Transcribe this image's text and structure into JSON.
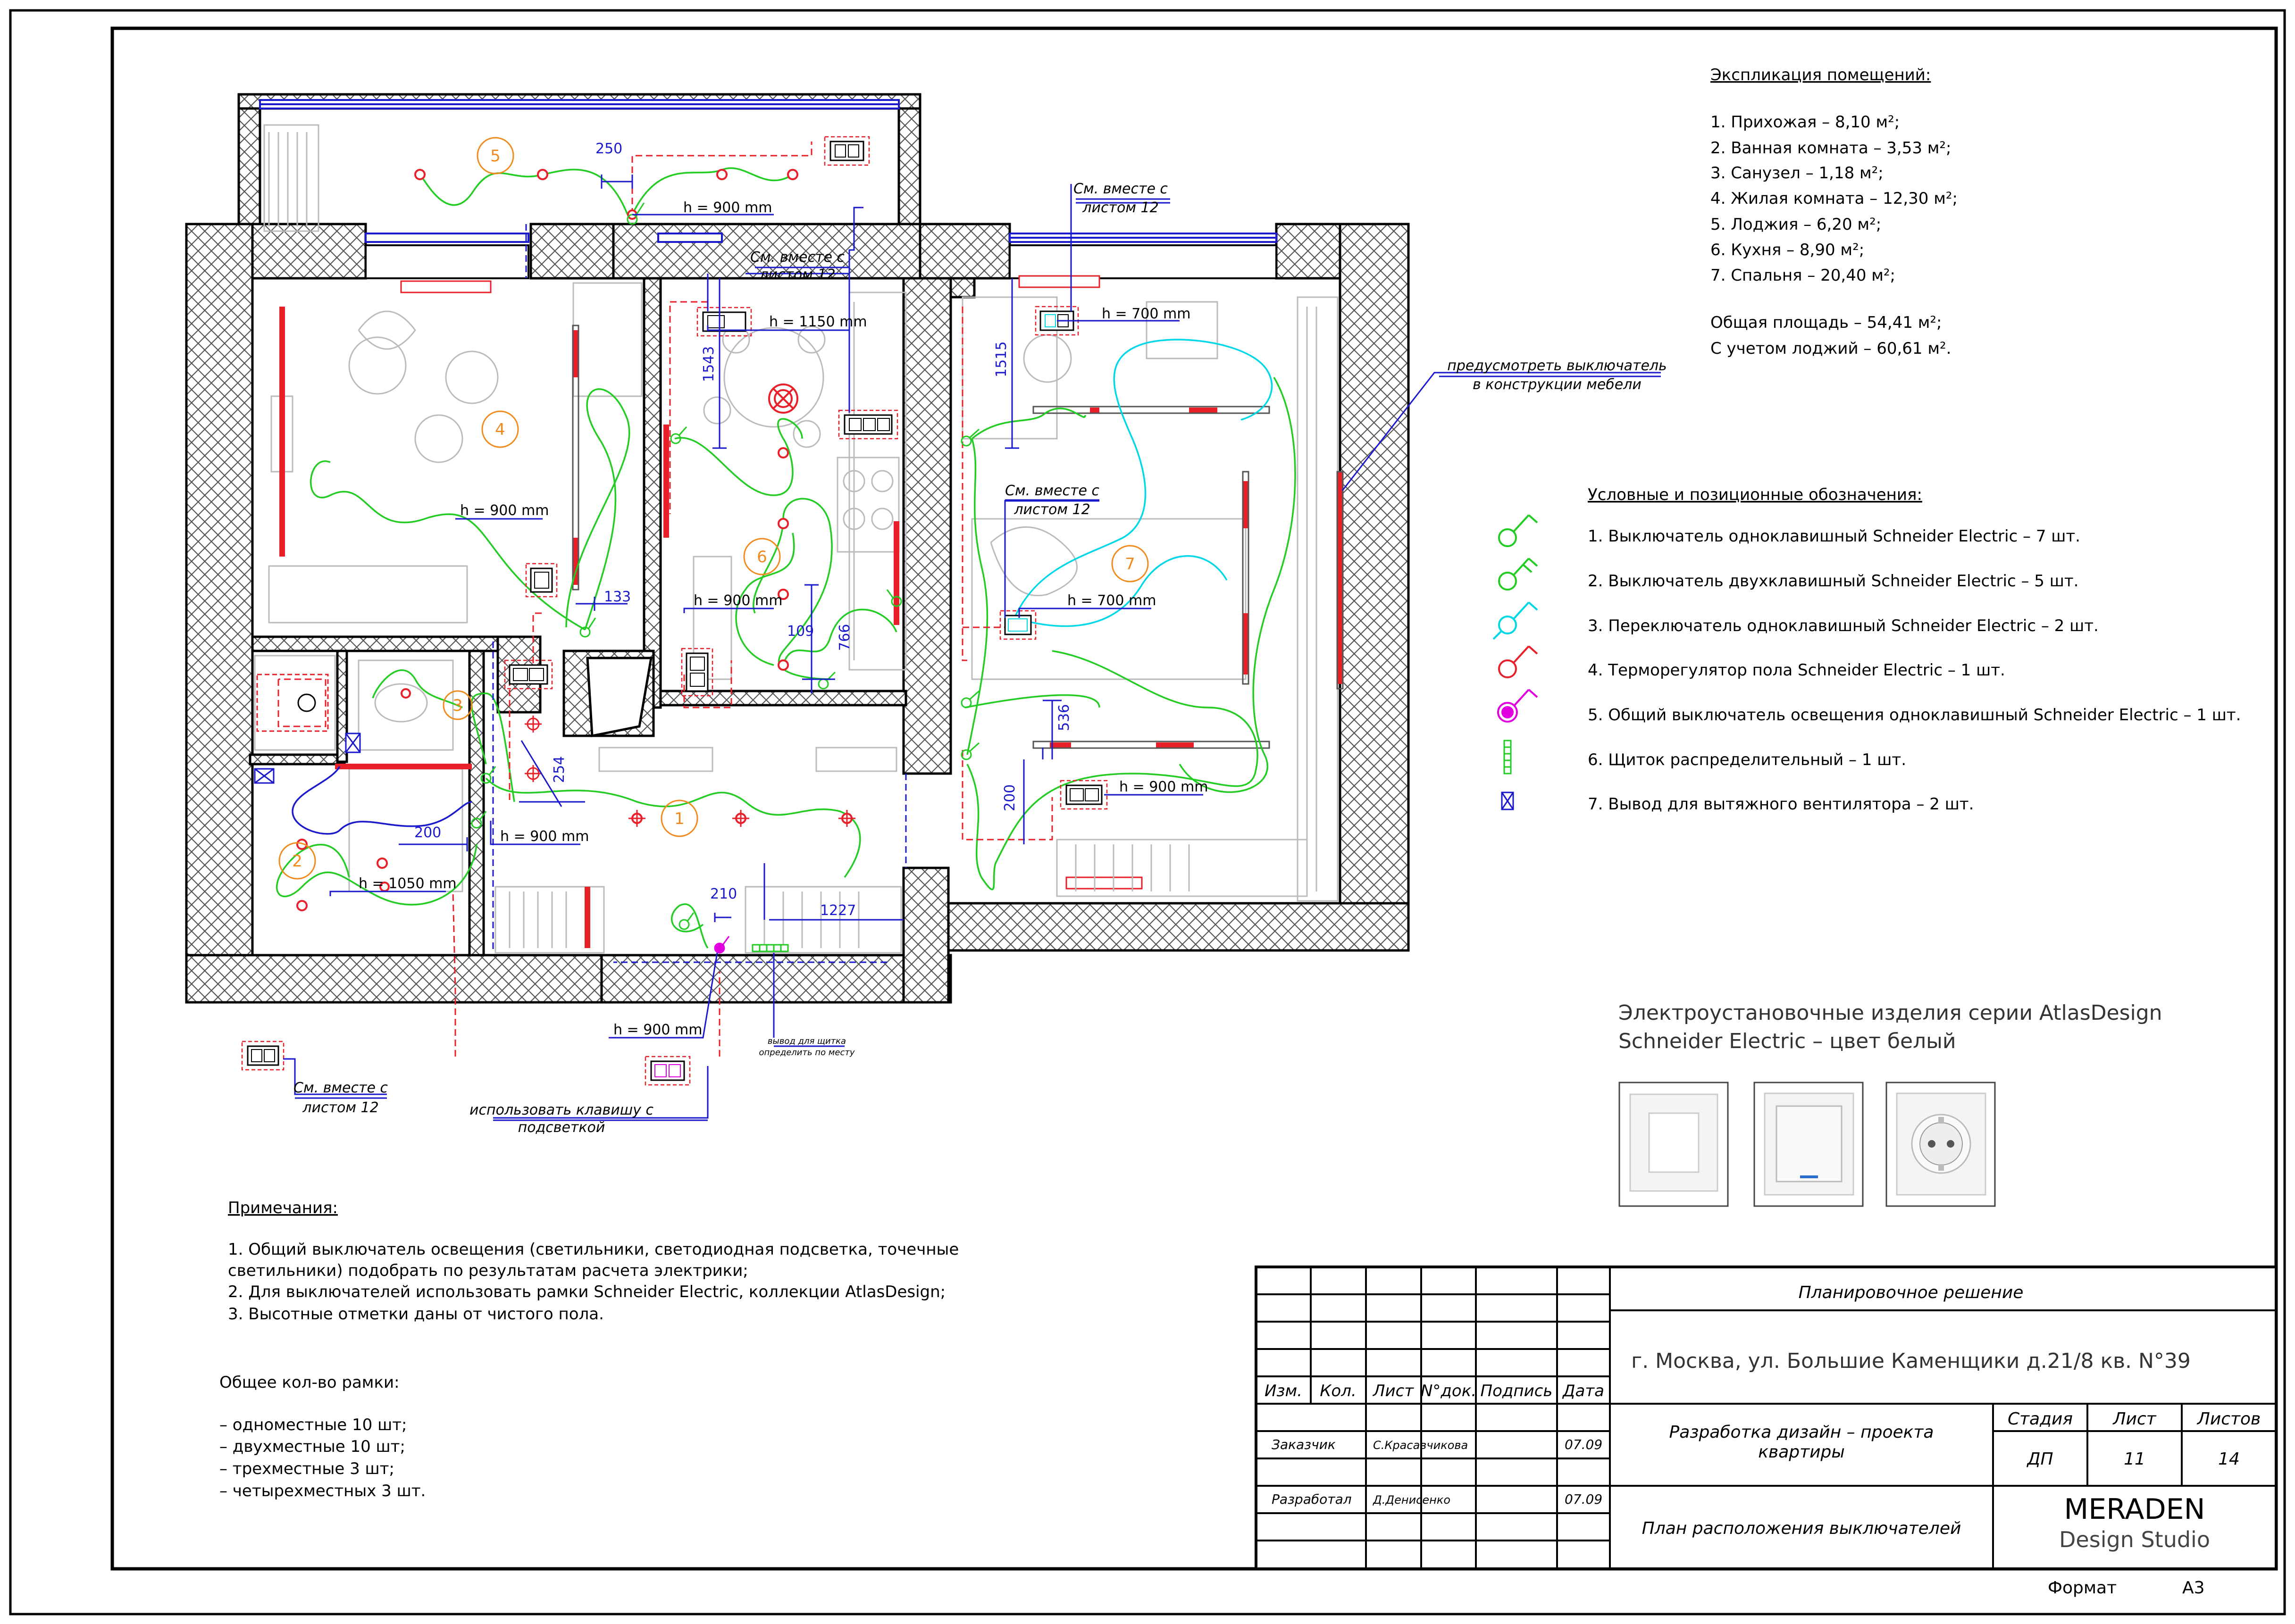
{
  "explication": {
    "title": "Экспликация помещений:",
    "rooms": [
      "1. Прихожая – 8,10 м²;",
      "2. Ванная комната – 3,53 м²;",
      "3. Санузел – 1,18 м²;",
      "4. Жилая комната – 12,30 м²;",
      "5. Лоджия – 6,20 м²;",
      "6. Кухня – 8,90 м²;",
      "7. Спальня – 20,40 м²;"
    ],
    "total": "Общая площадь – 54,41 м²;",
    "with_loggia": "С учетом лоджий – 60,61 м²."
  },
  "legend": {
    "title": "Условные и позиционные обозначения:",
    "items": [
      {
        "label": "1.  Выключатель одноклавишный Schneider Electric  – 7 шт.",
        "icon": "single-switch-icon",
        "color": "#22cc22"
      },
      {
        "label": "2. Выключатель двухклавишный Schneider Electric – 5 шт.",
        "icon": "double-switch-icon",
        "color": "#22cc22"
      },
      {
        "label": "3. Переключатель одноклавишный Schneider Electric – 2 шт.",
        "icon": "changeover-switch-icon",
        "color": "#00d8e8"
      },
      {
        "label": "4. Терморегулятор пола Schneider Electric – 1 шт.",
        "icon": "thermostat-icon",
        "color": "#e8202a"
      },
      {
        "label": "5. Общий выключатель освещения одноклавишный Schneider Electric – 1 шт.",
        "icon": "master-switch-icon",
        "color": "#e000e0"
      },
      {
        "label": "6. Щиток распределительный – 1 шт.",
        "icon": "distribution-board-icon",
        "color": "#22cc22"
      },
      {
        "label": "7. Вывод для вытяжного вентилятора – 2 шт.",
        "icon": "fan-outlet-icon",
        "color": "#1a1acc"
      }
    ]
  },
  "notes": {
    "title": "Примечания:",
    "lines": [
      "1. Общий выключатель освещения (светильники, светодиодная подсветка, точечные",
      "светильники) подобрать по результатам расчета электрики;",
      "2. Для выключателей использовать рамки Schneider Electric, коллекции AtlasDesign;",
      "3. Высотные отметки даны от чистого пола."
    ],
    "frames_title": "Общее кол-во рамки:",
    "frames": [
      "– одноместные 10 шт;",
      "– двухместные 10 шт;",
      "– трехместные 3 шт;",
      "– четырехместных 3 шт."
    ]
  },
  "products": {
    "line1": "Электроустановочные изделия серии AtlasDesign",
    "line2": "Schneider Electric – цвет белый",
    "images": [
      "frame-icon",
      "switch-icon",
      "socket-icon"
    ]
  },
  "plan": {
    "room_numbers": [
      "1",
      "2",
      "3",
      "4",
      "5",
      "6",
      "7"
    ],
    "heights": {
      "h900_loggia": "h = 900 mm",
      "h1150": "h = 1150 mm",
      "h700_top": "h = 700 mm",
      "h900_living": "h = 900 mm",
      "h900_kitchen": "h = 900 mm",
      "h700_bed": "h = 700 mm",
      "h900_bed": "h = 900 mm",
      "h900_hall": "h = 900 mm",
      "h1050": "h = 1050 mm",
      "h900_entry": "h = 900 mm"
    },
    "dims": {
      "d250": "250",
      "d1543": "1543",
      "d1515": "1515",
      "d133": "133",
      "d109": "109",
      "d766": "766",
      "d536": "536",
      "d200_bed": "200",
      "d254": "254",
      "d200_bath": "200",
      "d210": "210",
      "d1227": "1227"
    },
    "callouts": {
      "see_sheet_kitchen_1": "См. вместе с",
      "see_sheet_kitchen_2": "листом 12",
      "see_sheet_bed_top_1": "См. вместе с",
      "see_sheet_bed_top_2": "листом 12",
      "see_sheet_bed_mid_1": "См. вместе с",
      "see_sheet_bed_mid_2": "листом 12",
      "see_sheet_entry_1": "См. вместе с",
      "see_sheet_entry_2": "листом 12",
      "furniture_1": "предусмотреть выключатель",
      "furniture_2": "в конструкции мебели",
      "backlight_1": "использовать клавишу с",
      "backlight_2": "подсветкой",
      "panel_1": "вывод для щитка",
      "panel_2": "определить по месту"
    }
  },
  "title_block": {
    "headers": [
      "Изм.",
      "Кол.",
      "Лист",
      "N°док.",
      "Подпись",
      "Дата"
    ],
    "customer_label": "Заказчик",
    "customer_name": "С.Красавчикова",
    "customer_date": "07.09",
    "developer_label": "Разработал",
    "developer_name": "Д.Денисенко",
    "developer_date": "07.09",
    "section": "Планировочное решение",
    "address": "г. Москва, ул. Большие Каменщики д.21/8 кв. N°39",
    "project_1": "Разработка дизайн – проекта",
    "project_2": "квартиры",
    "sheet_title": "План расположения выключателей",
    "stage_label": "Стадия",
    "sheet_label": "Лист",
    "sheets_label": "Листов",
    "stage_value": "ДП",
    "sheet_value": "11",
    "sheets_value": "14",
    "company": "MERADEN",
    "company_sub": "Design Studio",
    "format_label": "Формат",
    "format_value": "А3"
  },
  "colors": {
    "wire": "#22cc22",
    "wire_cyan": "#00d8e8",
    "dim": "#1a1acc",
    "red": "#e8202a",
    "orange": "#f08a1c",
    "magenta": "#e000e0",
    "wall_hatch": "#555555"
  }
}
